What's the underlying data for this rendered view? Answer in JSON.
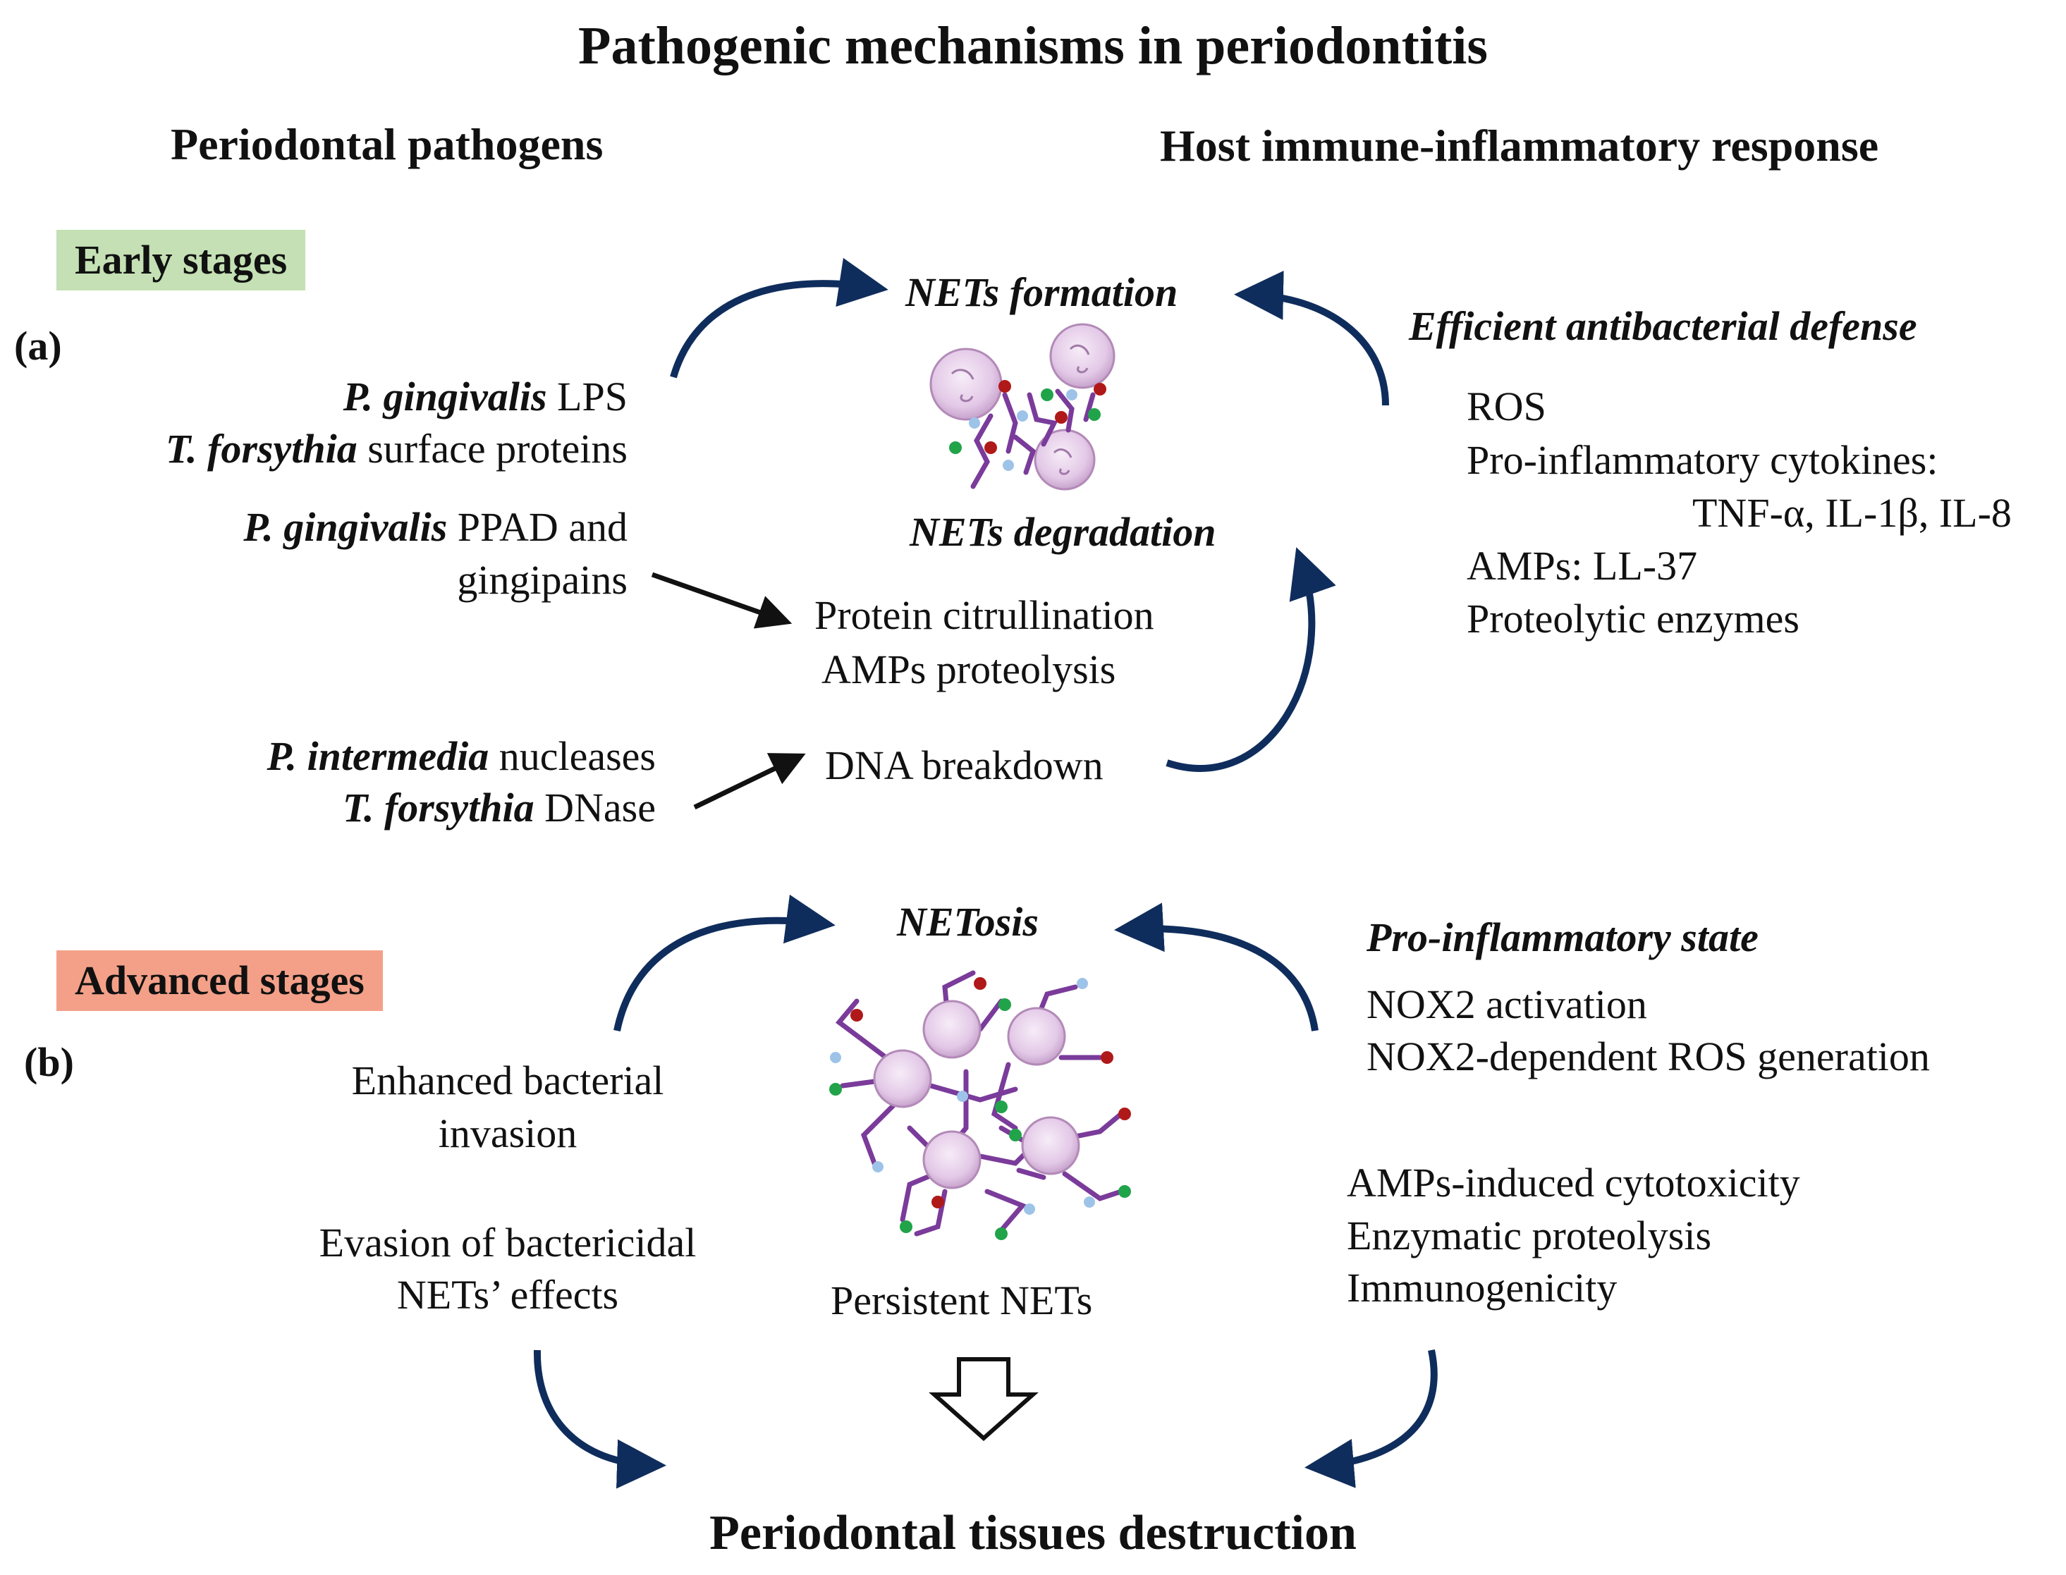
{
  "title": "Pathogenic mechanisms in periodontitis",
  "headers": {
    "left": "Periodontal pathogens",
    "right": "Host immune-inflammatory response"
  },
  "colors": {
    "arrow": "#0f2d5c",
    "early_tag": "#c4e0b4",
    "advanced_tag": "#f4a089",
    "cell_fill": "#e9d3ec",
    "cell_stroke": "#b38ab8",
    "net_fiber": "#7a3b9a",
    "dot_red": "#b01919",
    "dot_green": "#21a34a",
    "dot_blue": "#9ec3e8"
  },
  "early": {
    "tag": "Early stages",
    "panel": "(a)",
    "nets_formation": "NETs formation",
    "nets_degradation": "NETs degradation",
    "pathogens": {
      "pg_lps": {
        "italic": "P. gingivalis",
        "rest": " LPS"
      },
      "tf_surface": {
        "italic": "T. forsythia",
        "rest": " surface proteins"
      },
      "pg_ppad": {
        "italic": "P. gingivalis",
        "rest": " PPAD and"
      },
      "gingipains": "gingipains",
      "pi_nucleases": {
        "italic": "P. intermedia",
        "rest": " nucleases"
      },
      "tf_dnase": {
        "italic": "T. forsythia",
        "rest": " DNase"
      }
    },
    "effects": {
      "citrullination": "Protein citrullination",
      "amps_proteolysis": "AMPs proteolysis",
      "dna_breakdown": "DNA breakdown"
    },
    "host": {
      "heading": "Efficient antibacterial defense",
      "items": [
        "ROS",
        "Pro-inflammatory cytokines:",
        "TNF-α, IL-1β, IL-8",
        "AMPs: LL-37",
        "Proteolytic enzymes"
      ]
    }
  },
  "advanced": {
    "tag": "Advanced stages",
    "panel": "(b)",
    "netosis": "NETosis",
    "persistent": "Persistent NETs",
    "pathogen_effects": [
      "Enhanced bacterial",
      "invasion",
      "Evasion of bactericidal",
      "NETs’ effects"
    ],
    "host": {
      "heading": "Pro-inflammatory state",
      "items": [
        "NOX2 activation",
        "NOX2-dependent ROS generation"
      ],
      "damage": [
        "AMPs-induced cytotoxicity",
        "Enzymatic proteolysis",
        "Immunogenicity"
      ]
    }
  },
  "outcome": "Periodontal tissues destruction"
}
